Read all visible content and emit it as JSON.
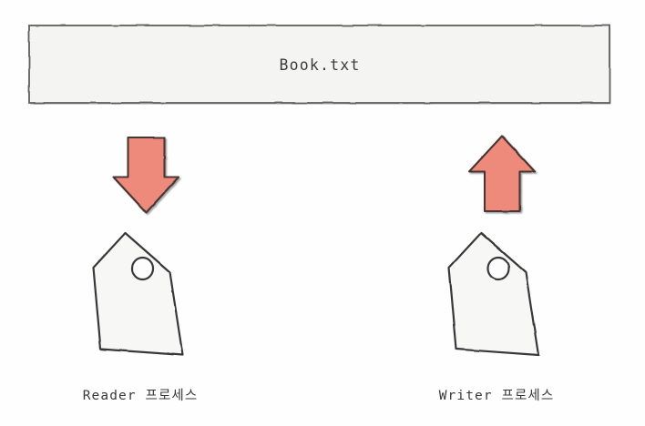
{
  "diagram": {
    "background_color": "#fefefe",
    "file": {
      "label": "Book.txt",
      "fill_color": "#f4f4f2",
      "stroke_color": "#6f6f6f"
    },
    "arrow_color": "#ee8a7b",
    "arrow_stroke_color": "#4a3432",
    "tag_fill_color": "#f7f7f6",
    "tag_stroke_color": "#3c3c3c",
    "flows": [
      {
        "id": "read-flow",
        "direction": "down",
        "icon": "arrow-down-icon",
        "from": "Book.txt",
        "to": "Reader 프로세스"
      },
      {
        "id": "write-flow",
        "direction": "up",
        "icon": "arrow-up-icon",
        "from": "Writer 프로세스",
        "to": "Book.txt"
      }
    ],
    "processes": [
      {
        "id": "reader",
        "label": "Reader 프로세스",
        "icon": "tag-icon"
      },
      {
        "id": "writer",
        "label": "Writer 프로세스",
        "icon": "tag-icon"
      }
    ]
  }
}
